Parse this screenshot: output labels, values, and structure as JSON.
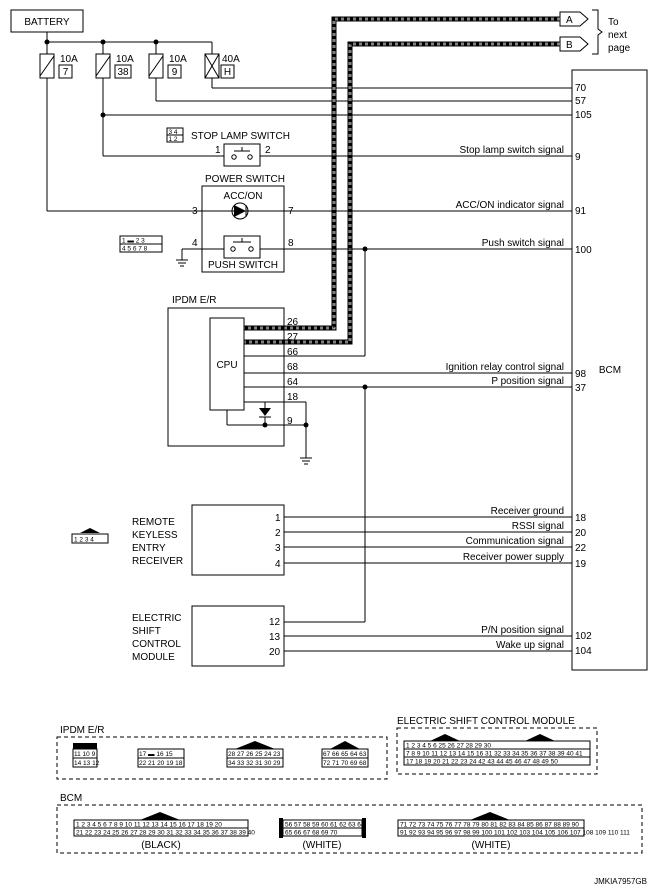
{
  "battery": "BATTERY",
  "fuses": [
    {
      "amp": "10A",
      "no": "7"
    },
    {
      "amp": "10A",
      "no": "38"
    },
    {
      "amp": "10A",
      "no": "9"
    },
    {
      "amp": "40A",
      "no": "H"
    }
  ],
  "to_next_page": {
    "line1": "To",
    "line2": "next",
    "line3": "page"
  },
  "off_page": {
    "a": "A",
    "b": "B"
  },
  "bcm_label": "BCM",
  "bcm_pins": {
    "p70": "70",
    "p57": "57",
    "p105": "105",
    "p9": "9",
    "p91": "91",
    "p100": "100",
    "p98": "98",
    "p37": "37",
    "p18": "18",
    "p20": "20",
    "p22": "22",
    "p19": "19",
    "p102": "102",
    "p104": "104"
  },
  "signals": {
    "stop_lamp": "Stop lamp switch signal",
    "acc_on": "ACC/ON indicator signal",
    "push": "Push switch signal",
    "ign_relay": "Ignition relay control signal",
    "p_position": "P position signal",
    "rx_ground": "Receiver ground",
    "rssi": "RSSI signal",
    "comm": "Communication signal",
    "rx_power": "Receiver power supply",
    "pn_position": "P/N position signal",
    "wake_up": "Wake up signal"
  },
  "stop_lamp_switch": {
    "title": "STOP LAMP SWITCH",
    "pin1": "1",
    "pin2": "2"
  },
  "power_switch": {
    "title": "POWER SWITCH",
    "acc_on": "ACC/ON",
    "push": "PUSH SWITCH",
    "pin3": "3",
    "pin7": "7",
    "pin4": "4",
    "pin8": "8"
  },
  "ipdm": {
    "title": "IPDM E/R",
    "cpu": "CPU",
    "p26": "26",
    "p27": "27",
    "p66": "66",
    "p68": "68",
    "p64": "64",
    "p18": "18",
    "p9": "9"
  },
  "receiver": {
    "line1": "REMOTE",
    "line2": "KEYLESS",
    "line3": "ENTRY",
    "line4": "RECEIVER",
    "p1": "1",
    "p2": "2",
    "p3": "3",
    "p4": "4"
  },
  "shift_module": {
    "line1": "ELECTRIC",
    "line2": "SHIFT",
    "line3": "CONTROL",
    "line4": "MODULE",
    "p12": "12",
    "p13": "13",
    "p20": "20"
  },
  "connector_panels": {
    "ipdm": "IPDM E/R",
    "escm": "ELECTRIC SHIFT CONTROL MODULE",
    "bcm": "BCM",
    "black": "(BLACK)",
    "white1": "(WHITE)",
    "white2": "(WHITE)"
  },
  "connector_text": {
    "stop_top": "3 4",
    "stop_bot": "1 2",
    "pw_top": "1 ▬ 2 3",
    "pw_bot": "4 5 6 7 8",
    "rx": "1 2 3 4",
    "ipdm_a_top": "11 10 9",
    "ipdm_a_bot": "14 13 12",
    "ipdm_b_top": "17 ▬ 16 15",
    "ipdm_b_bot": "22 21 20 19 18",
    "ipdm_c_top": "28 27 26 25 24 23",
    "ipdm_c_bot": "34 33 32 31 30 29",
    "ipdm_d_top": "67 66 65 64 63",
    "ipdm_d_bot": "72 71 70 69 68",
    "escm_r1": "1   2  3 4   5   6    25  26  27  28  29  30",
    "escm_r2": "7 8 9 10 11 12 13 14 15 16  31 32 33 34 35 36 37 38 39 40 41",
    "escm_r3": "17 18 19 20   21 22 23 24  42 43 44 45 46   47 48 49 50",
    "bcm1_top": "1 2 3 4 5 6 7 8 9 10 11 12 13 14 15 16 17 18 19 20",
    "bcm1_bot": "21 22 23 24 25 26 27 28 29 30 31 32 33 34 35 36 37 38 39 40",
    "bcm2_top": "56 57 58 59 60 61 62 63 64",
    "bcm2_bot": "65 66 67 68 69 70",
    "bcm3_top": "71 72 73 74 75 76 77 78 79 80 81 82 83 84 85 86 87 88 89 90",
    "bcm3_bot": "91 92 93 94 95 96 97 98 99 100 101 102 103 104 105 106 107 108 109 110 111"
  },
  "code": "JMKIA7957GB"
}
